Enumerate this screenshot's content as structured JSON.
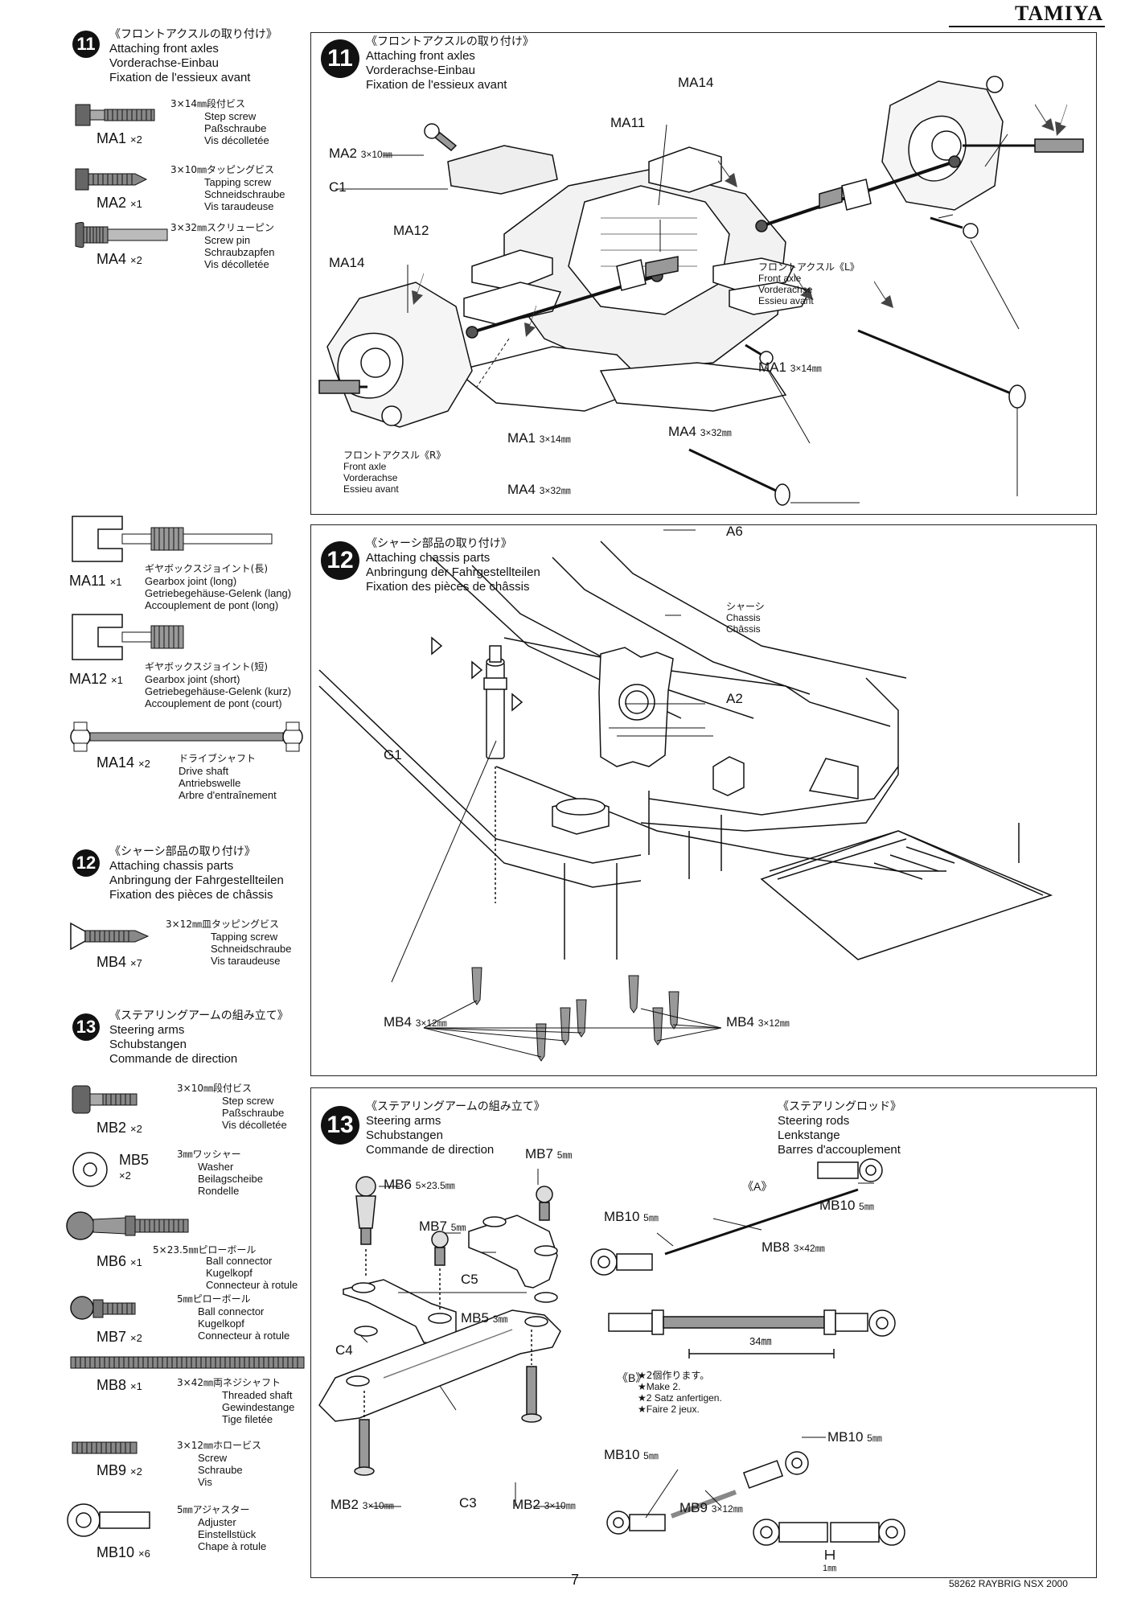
{
  "brand": "TAMIYA",
  "page_number": "7",
  "footer": "58262 RAYBRIG NSX 2000",
  "left_column": {
    "step11": {
      "number": "11",
      "title_jp": "《フロントアクスルの取り付け》",
      "title_en": "Attaching front axles",
      "title_de": "Vorderachse-Einbau",
      "title_fr": "Fixation de l'essieux avant"
    },
    "parts11": [
      {
        "code": "MA1",
        "qty": "×2",
        "spec": "3×14㎜段付ビス",
        "en": "Step screw",
        "de": "Paßschraube",
        "fr": "Vis décolletée"
      },
      {
        "code": "MA2",
        "qty": "×1",
        "spec": "3×10㎜タッピングビス",
        "en": "Tapping screw",
        "de": "Schneidschraube",
        "fr": "Vis taraudeuse"
      },
      {
        "code": "MA4",
        "qty": "×2",
        "spec": "3×32㎜スクリューピン",
        "en": "Screw pin",
        "de": "Schraubzapfen",
        "fr": "Vis décolletée"
      },
      {
        "code": "MA11",
        "qty": "×1",
        "spec": "ギヤボックスジョイント(長)",
        "en": "Gearbox joint (long)",
        "de": "Getriebegehäuse-Gelenk (lang)",
        "fr": "Accouplement de pont (long)"
      },
      {
        "code": "MA12",
        "qty": "×1",
        "spec": "ギヤボックスジョイント(短)",
        "en": "Gearbox joint (short)",
        "de": "Getriebegehäuse-Gelenk (kurz)",
        "fr": "Accouplement de pont (court)"
      },
      {
        "code": "MA14",
        "qty": "×2",
        "spec": "ドライブシャフト",
        "en": "Drive shaft",
        "de": "Antriebswelle",
        "fr": "Arbre d'entraînement"
      }
    ],
    "step12": {
      "number": "12",
      "title_jp": "《シャーシ部品の取り付け》",
      "title_en": "Attaching chassis parts",
      "title_de": "Anbringung der Fahrgestellteilen",
      "title_fr": "Fixation des pièces de châssis"
    },
    "parts12": [
      {
        "code": "MB4",
        "qty": "×7",
        "spec": "3×12㎜皿タッピングビス",
        "en": "Tapping screw",
        "de": "Schneidschraube",
        "fr": "Vis taraudeuse"
      }
    ],
    "step13": {
      "number": "13",
      "title_jp": "《ステアリングアームの組み立て》",
      "title_en": "Steering arms",
      "title_de": "Schubstangen",
      "title_fr": "Commande de direction"
    },
    "parts13": [
      {
        "code": "MB2",
        "qty": "×2",
        "spec": "3×10㎜段付ビス",
        "en": "Step screw",
        "de": "Paßschraube",
        "fr": "Vis décolletée"
      },
      {
        "code": "MB5",
        "qty": "×2",
        "spec": "3㎜ワッシャー",
        "en": "Washer",
        "de": "Beilagscheibe",
        "fr": "Rondelle"
      },
      {
        "code": "MB6",
        "qty": "×1",
        "spec": "5×23.5㎜ピローボール",
        "en": "Ball connector",
        "de": "Kugelkopf",
        "fr": "Connecteur à rotule"
      },
      {
        "code": "MB7",
        "qty": "×2",
        "spec": "5㎜ピローボール",
        "en": "Ball connector",
        "de": "Kugelkopf",
        "fr": "Connecteur à rotule"
      },
      {
        "code": "MB8",
        "qty": "×1",
        "spec": "3×42㎜両ネジシャフト",
        "en": "Threaded shaft",
        "de": "Gewindestange",
        "fr": "Tige filetée"
      },
      {
        "code": "MB9",
        "qty": "×2",
        "spec": "3×12㎜ホロービス",
        "en": "Screw",
        "de": "Schraube",
        "fr": "Vis"
      },
      {
        "code": "MB10",
        "qty": "×6",
        "spec": "5㎜アジャスター",
        "en": "Adjuster",
        "de": "Einstellstück",
        "fr": "Chape à rotule"
      }
    ]
  },
  "panel11": {
    "number": "11",
    "title_jp": "《フロントアクスルの取り付け》",
    "title_en": "Attaching front axles",
    "title_de": "Vorderachse-Einbau",
    "title_fr": "Fixation de l'essieux avant",
    "labels": {
      "ma2": "MA2",
      "ma2_size": "3×10㎜",
      "c1": "C1",
      "ma12": "MA12",
      "ma14_left": "MA14",
      "ma11": "MA11",
      "ma14_right": "MA14",
      "ma1_right": "MA1",
      "ma1_right_size": "3×14㎜",
      "ma4_right": "MA4",
      "ma4_right_size": "3×32㎜",
      "ma1_bottom": "MA1",
      "ma1_bottom_size": "3×14㎜",
      "ma4_bottom": "MA4",
      "ma4_bottom_size": "3×32㎜"
    },
    "axle_left": {
      "jp": "フロントアクスル《L》",
      "en": "Front axle",
      "de": "Vorderachse",
      "fr": "Essieu avant"
    },
    "axle_right": {
      "jp": "フロントアクスル《R》",
      "en": "Front axle",
      "de": "Vorderachse",
      "fr": "Essieu avant"
    }
  },
  "panel12": {
    "number": "12",
    "title_jp": "《シャーシ部品の取り付け》",
    "title_en": "Attaching chassis parts",
    "title_de": "Anbringung der Fahrgestellteilen",
    "title_fr": "Fixation des pièces de châssis",
    "labels": {
      "a6": "A6",
      "a2": "A2",
      "g1": "G1",
      "mb4_left": "MB4",
      "mb4_left_size": "3×12㎜",
      "mb4_right": "MB4",
      "mb4_right_size": "3×12㎜"
    },
    "chassis": {
      "jp": "シャーシ",
      "en": "Chassis",
      "fr": "Châssis"
    }
  },
  "panel13": {
    "number": "13",
    "title_jp": "《ステアリングアームの組み立て》",
    "title_en": "Steering arms",
    "title_de": "Schubstangen",
    "title_fr": "Commande de direction",
    "rods_title_jp": "《ステアリングロッド》",
    "rods_title_en": "Steering rods",
    "rods_title_de": "Lenkstange",
    "rods_title_fr": "Barres d'accouplement",
    "labels": {
      "mb6": "MB6",
      "mb6_size": "5×23.5㎜",
      "mb7_a": "MB7",
      "mb7_a_size": "5㎜",
      "mb7_b": "MB7",
      "mb7_b_size": "5㎜",
      "c5": "C5",
      "mb5": "MB5",
      "mb5_size": "3㎜",
      "c4": "C4",
      "c3": "C3",
      "mb2_a": "MB2",
      "mb2_a_size": "3×10㎜",
      "mb2_b": "MB2",
      "mb2_b_size": "3×10㎜",
      "variant_a": "《A》",
      "variant_b": "《B》",
      "mb10_1": "MB10",
      "mb10_1_size": "5㎜",
      "mb10_2": "MB10",
      "mb10_2_size": "5㎜",
      "mb10_3": "MB10",
      "mb10_3_size": "5㎜",
      "mb10_4": "MB10",
      "mb10_4_size": "5㎜",
      "mb8": "MB8",
      "mb8_size": "3×42㎜",
      "dim_34": "34㎜",
      "mb9": "MB9",
      "mb9_size": "3×12㎜",
      "dim_1": "1㎜"
    },
    "make2": {
      "jp": "★2個作ります。",
      "en": "★Make 2.",
      "de": "★2 Satz anfertigen.",
      "fr": "★Faire 2 jeux."
    }
  }
}
